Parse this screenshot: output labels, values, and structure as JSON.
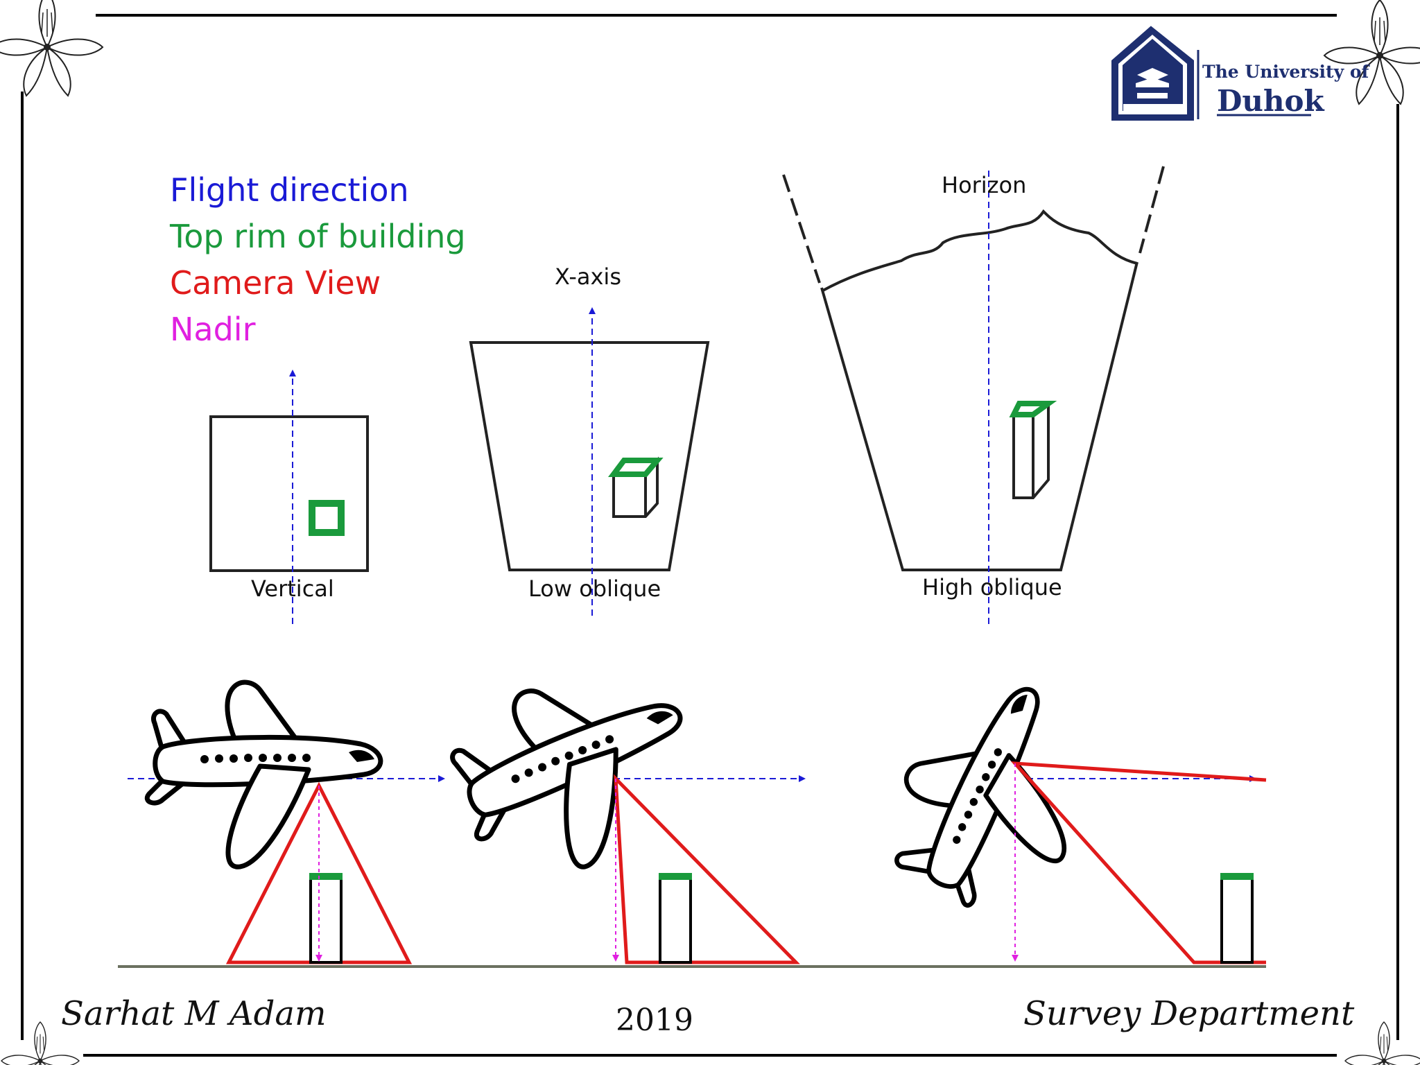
{
  "header": {
    "university_prefix": "The University of",
    "university_name": "Duhok"
  },
  "legend": {
    "flight_direction": "Flight direction",
    "top_rim": "Top rim of building",
    "camera_view": "Camera View",
    "nadir": "Nadir"
  },
  "colors": {
    "flight_direction": "#1a1ad6",
    "top_rim": "#1a9a3c",
    "camera_view": "#e01b1b",
    "nadir": "#e020e0",
    "logo_navy": "#1e2f70"
  },
  "views": {
    "vertical": "Vertical",
    "low_oblique": "Low oblique",
    "high_oblique": "High oblique",
    "x_axis": "X-axis",
    "horizon": "Horizon"
  },
  "footer": {
    "author": "Sarhat M Adam",
    "year": "2019",
    "department": "Survey Department"
  },
  "icons": [
    "lily-flower-icon",
    "university-logo-icon",
    "airplane-icon"
  ]
}
